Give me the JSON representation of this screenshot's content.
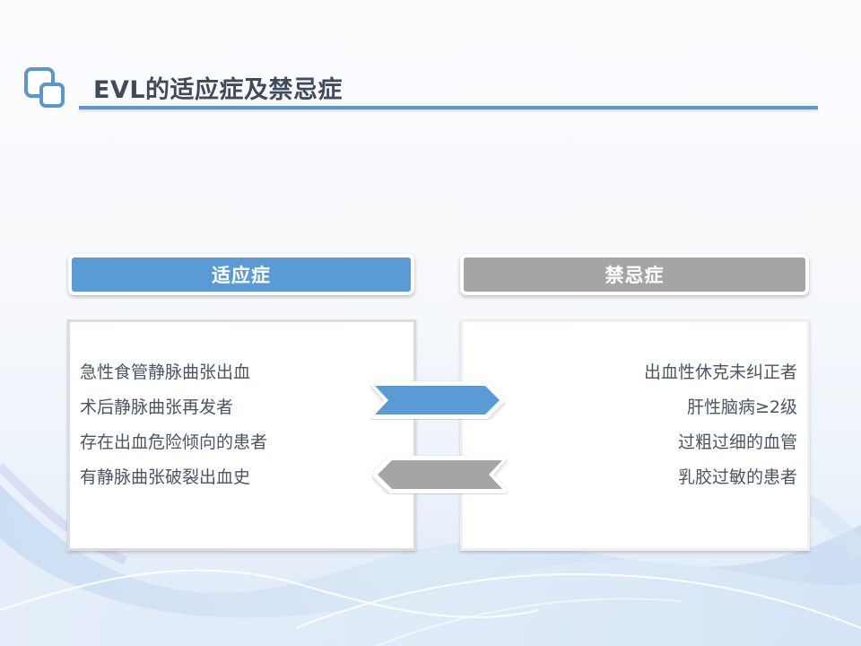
{
  "slide": {
    "title": "EVL的适应症及禁忌症",
    "title_icon": "overlapping-squares-icon"
  },
  "indications": {
    "header": "适应症",
    "items": [
      "急性食管静脉曲张出血",
      "术后静脉曲张再发者",
      "存在出血危险倾向的患者",
      "有静脉曲张破裂出血史"
    ]
  },
  "contraindications": {
    "header": "禁忌症",
    "items": [
      "出血性休克未纠正者",
      "肝性脑病≥2级",
      "过粗过细的血管",
      "乳胶过敏的患者"
    ]
  },
  "arrows": {
    "right": {
      "icon": "chevron-arrow-right-icon",
      "color": "#5b9bd5"
    },
    "left": {
      "icon": "chevron-arrow-left-icon",
      "color": "#a5a5a5"
    }
  },
  "colors": {
    "accent_blue": "#5b9bd5",
    "neutral_gray": "#a5a5a5",
    "title_text": "#3f4b5c",
    "body_text": "#4a5566"
  }
}
